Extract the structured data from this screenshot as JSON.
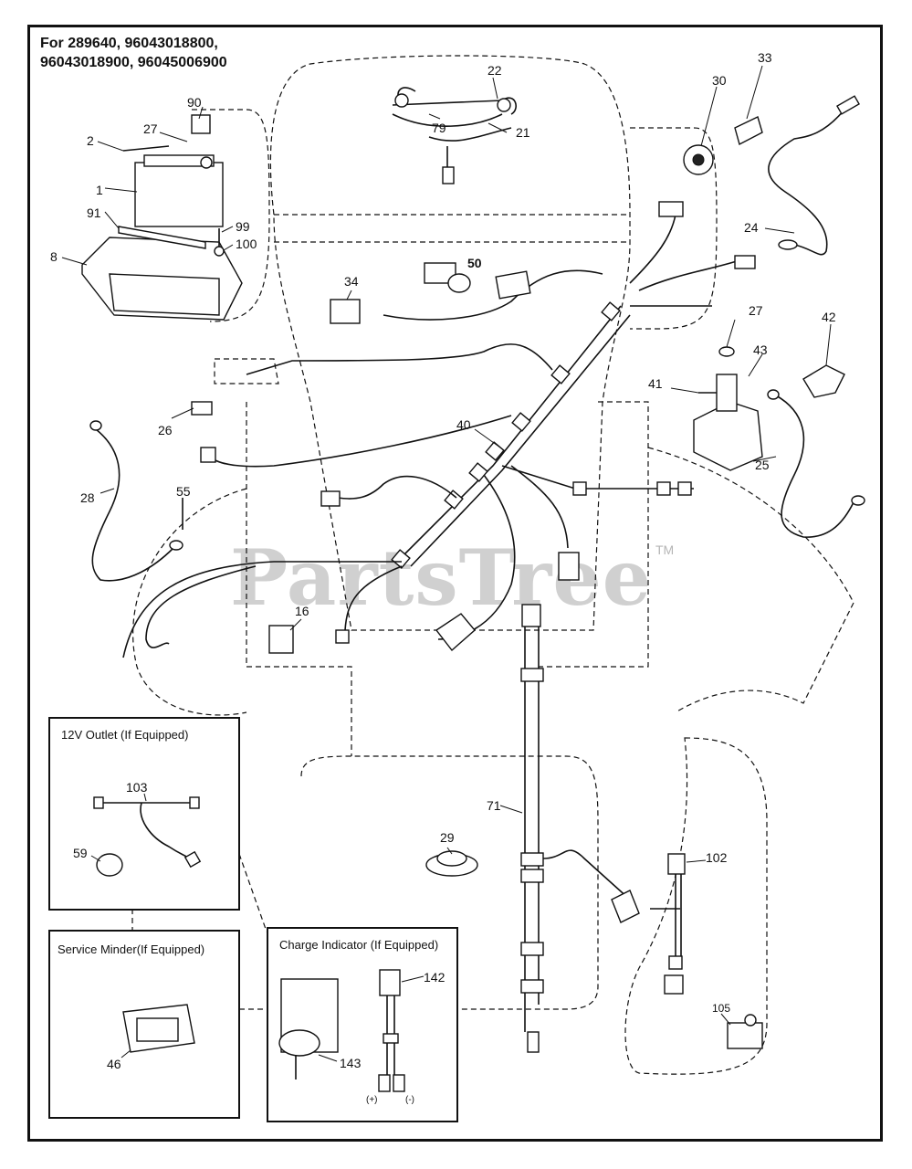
{
  "header": {
    "models": "For 289640, 96043018800,\n96043018900, 96045006900"
  },
  "watermark": {
    "text": "PartsTree",
    "tm": "TM"
  },
  "boxes": {
    "outlet": {
      "title": "12V Outlet (If Equipped)",
      "labels": [
        "103",
        "59"
      ]
    },
    "service_minder": {
      "title": "Service Minder(If Equipped)",
      "labels": [
        "46"
      ]
    },
    "charge_indicator": {
      "title": "Charge Indicator (If Equipped)",
      "labels": [
        "142",
        "143"
      ],
      "pos": "(+)",
      "neg": "(-)"
    }
  },
  "callouts": [
    "1",
    "2",
    "8",
    "16",
    "21",
    "22",
    "24",
    "25",
    "26",
    "27",
    "27b",
    "28",
    "29",
    "30",
    "33",
    "34",
    "40",
    "41",
    "42",
    "43",
    "50",
    "55",
    "71",
    "79",
    "90",
    "91",
    "99",
    "100",
    "102",
    "105"
  ],
  "callout_text": {
    "1": "1",
    "2": "2",
    "8": "8",
    "16": "16",
    "21": "21",
    "22": "22",
    "24": "24",
    "25": "25",
    "26": "26",
    "27": "27",
    "27b": "27",
    "28": "28",
    "29": "29",
    "30": "30",
    "33": "33",
    "34": "34",
    "40": "40",
    "41": "41",
    "42": "42",
    "43": "43",
    "50": "50",
    "55": "55",
    "71": "71",
    "79": "79",
    "90": "90",
    "91": "91",
    "99": "99",
    "100": "100",
    "102": "102",
    "105": "105"
  }
}
